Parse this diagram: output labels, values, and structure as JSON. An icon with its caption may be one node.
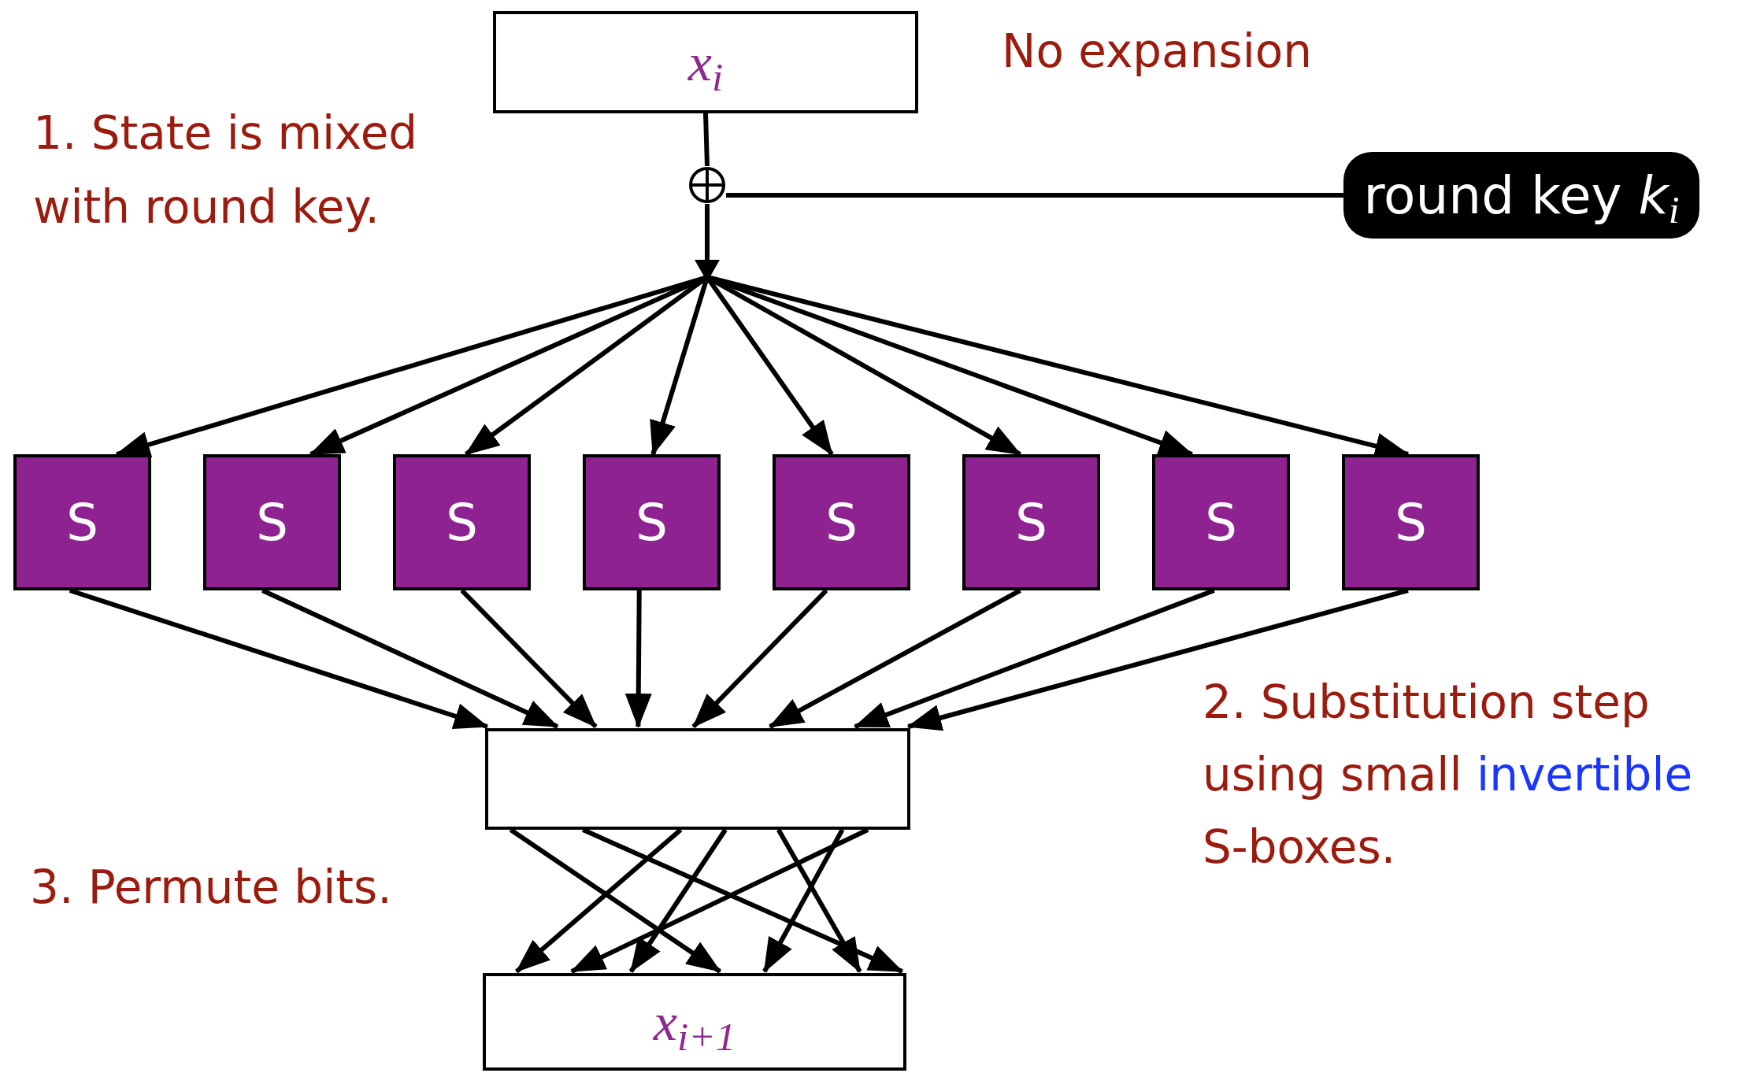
{
  "diagram": {
    "nodes": [
      {
        "text": [
          "x$_{i}$"
        ]
      },
      {
        "text": [],
        "shape": "circle"
      },
      {
        "text": [
          "round key *k*$_{i}$"
        ]
      },
      {
        "text": [
          "S"
        ]
      },
      {
        "text": [
          "S"
        ]
      },
      {
        "text": [
          "S"
        ]
      },
      {
        "text": [
          "S"
        ]
      },
      {
        "text": [
          "S"
        ]
      },
      {
        "text": [
          "S"
        ]
      },
      {
        "text": [
          "S"
        ]
      },
      {
        "text": [
          "S"
        ]
      },
      {
        "text": [],
        "shape": "box"
      },
      {
        "text": [
          "x$_{i+1}$"
        ]
      }
    ],
    "edges": [
      {
        "from": 0,
        "to": 1,
        "arrow": "none"
      },
      {
        "from": 2,
        "to": 1,
        "arrow": "none"
      },
      {
        "from": 1,
        "to": 3,
        "arrow": "to"
      },
      {
        "from": 1,
        "to": 4,
        "arrow": "to"
      },
      {
        "from": 1,
        "to": 5,
        "arrow": "to"
      },
      {
        "from": 1,
        "to": 6,
        "arrow": "to"
      },
      {
        "from": 1,
        "to": 7,
        "arrow": "to"
      },
      {
        "from": 1,
        "to": 8,
        "arrow": "to"
      },
      {
        "from": 1,
        "to": 9,
        "arrow": "to"
      },
      {
        "from": 1,
        "to": 10,
        "arrow": "to"
      },
      {
        "from": 3,
        "to": 11,
        "arrow": "to"
      },
      {
        "from": 4,
        "to": 11,
        "arrow": "to"
      },
      {
        "from": 5,
        "to": 11,
        "arrow": "to"
      },
      {
        "from": 6,
        "to": 11,
        "arrow": "to"
      },
      {
        "from": 7,
        "to": 11,
        "arrow": "to"
      },
      {
        "from": 8,
        "to": 11,
        "arrow": "to"
      },
      {
        "from": 9,
        "to": 11,
        "arrow": "to"
      },
      {
        "from": 10,
        "to": 11,
        "arrow": "to"
      },
      {
        "from": 11,
        "to": 12,
        "arrow": "to"
      },
      {
        "from": 11,
        "to": 12,
        "arrow": "to"
      },
      {
        "from": 11,
        "to": 12,
        "arrow": "to"
      },
      {
        "from": 11,
        "to": 12,
        "arrow": "to"
      },
      {
        "from": 11,
        "to": 12,
        "arrow": "to"
      },
      {
        "from": 11,
        "to": 12,
        "arrow": "to"
      },
      {
        "from": 11,
        "to": 12,
        "arrow": "to"
      }
    ],
    "labels": [
      "No expansion",
      "1. State is mixed with round key.",
      "2. Substitution step using small",
      "invertible",
      "S-boxes.",
      "3. Permute bits."
    ]
  }
}
